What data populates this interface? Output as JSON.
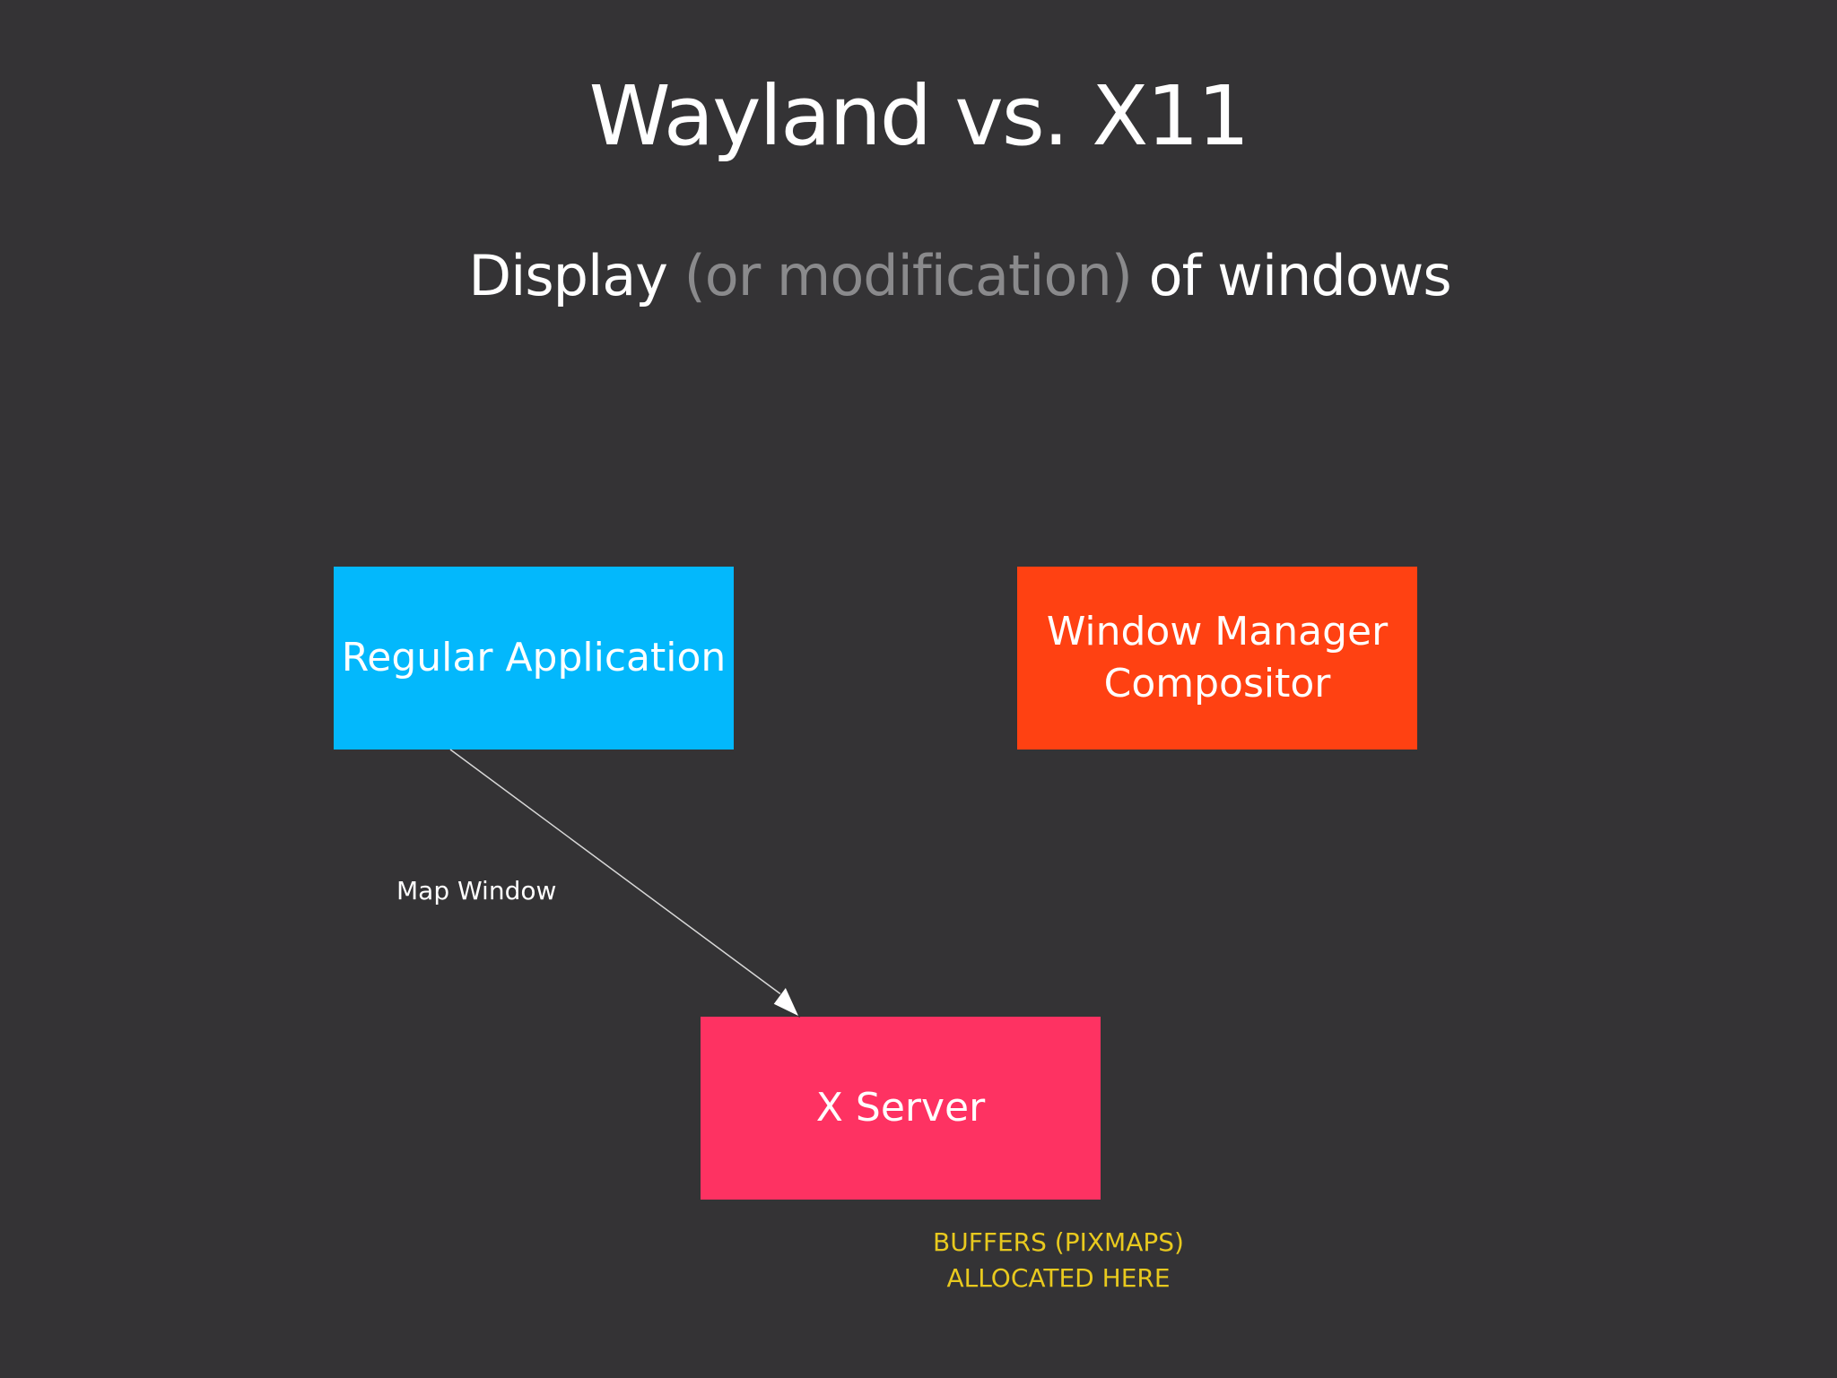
{
  "title": "Wayland vs. X11",
  "subtitle": {
    "part1": "Display ",
    "part2": "(or modification)",
    "part3": " of windows"
  },
  "nodes": {
    "regular_application": "Regular Application",
    "window_manager_line1": "Window Manager",
    "window_manager_line2": "Compositor",
    "x_server": "X Server"
  },
  "edges": {
    "map_window": "Map Window"
  },
  "note": {
    "line1": "BUFFERS (PIXMAPS)",
    "line2": "ALLOCATED HERE"
  },
  "colors": {
    "background": "#343335",
    "regular_application": "#03b8fc",
    "window_manager": "#ff4112",
    "x_server": "#fe3262",
    "note": "#e8c91e",
    "muted_text": "#8a8a8c"
  }
}
